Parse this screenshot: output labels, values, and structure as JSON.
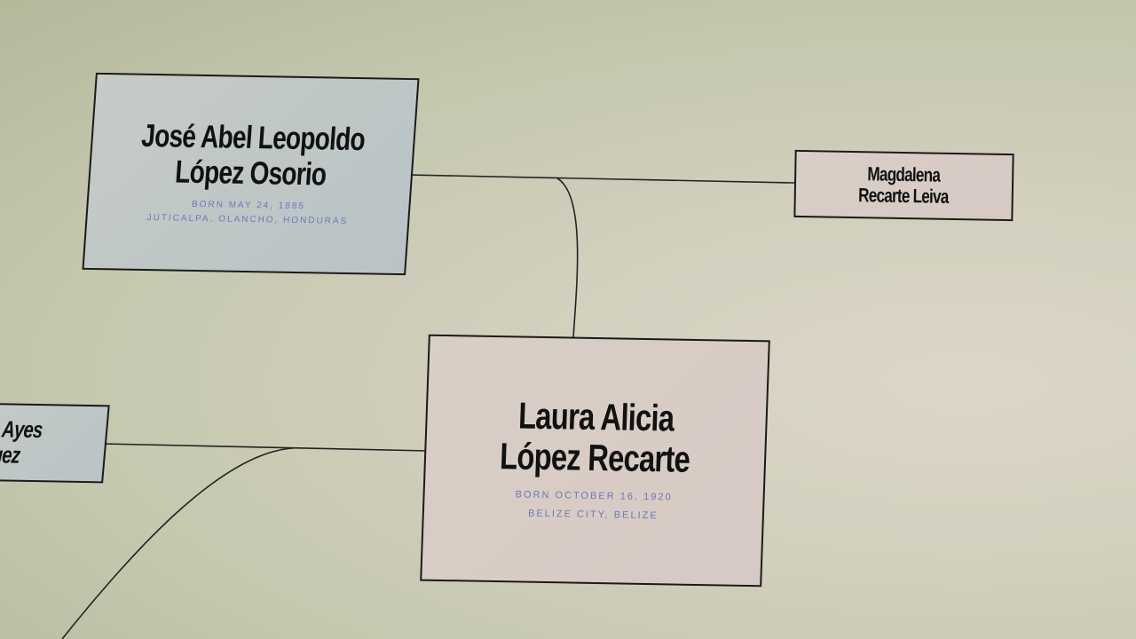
{
  "people": [
    {
      "name_line1": "José Abel Leopoldo",
      "name_line2": "López Osorio",
      "born": "Born May 24, 1885",
      "place": "Juticalpa, Olancho, Honduras"
    },
    {
      "name_line1": "Magdalena",
      "name_line2": "Recarte Leiva"
    },
    {
      "name_line1": "Laura Alicia",
      "name_line2": "López Recarte",
      "born": "Born October 16, 1920",
      "place": "Belize City, Belize"
    },
    {
      "name_line1": "l Ayes",
      "name_line2": "uez"
    }
  ],
  "colors": {
    "male_box": "#bfc7c6",
    "female_box": "#d7ccc5",
    "meta_text": "#6a78b8"
  }
}
